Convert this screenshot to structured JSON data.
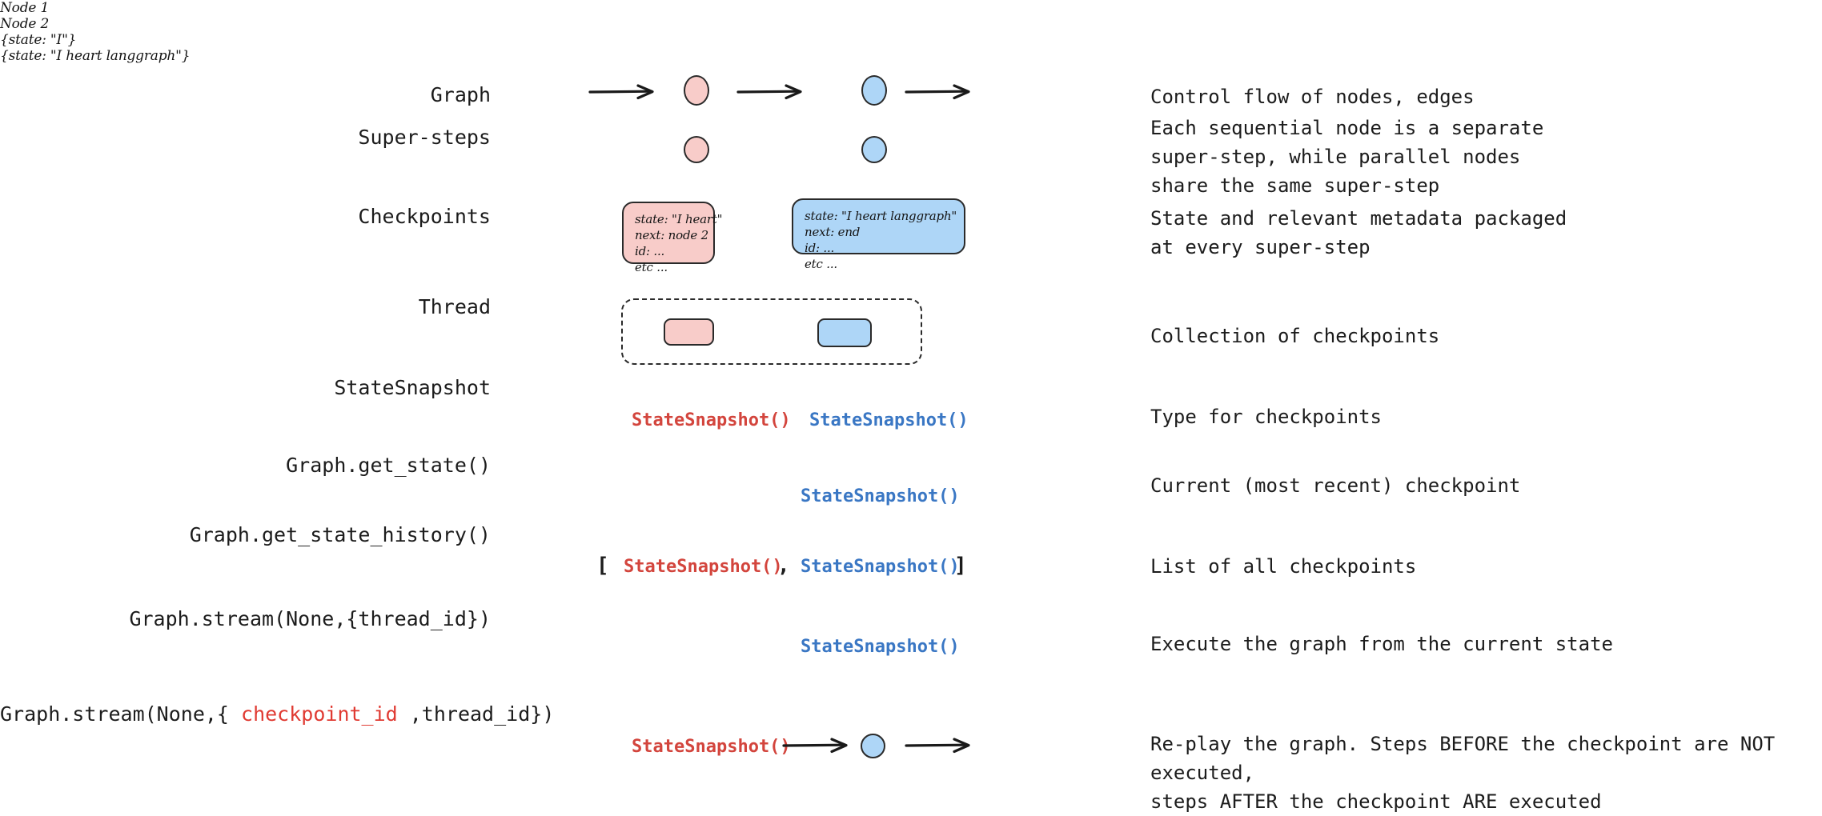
{
  "rows": [
    {
      "key": "graph",
      "label": "Graph",
      "description": "Control flow of nodes, edges"
    },
    {
      "key": "super-steps",
      "label": "Super-steps",
      "description": "Each sequential node is a separate\nsuper-step, while parallel nodes\nshare the same super-step"
    },
    {
      "key": "checkpoints",
      "label": "Checkpoints",
      "description": "State and relevant metadata packaged\nat every super-step"
    },
    {
      "key": "thread",
      "label": "Thread",
      "description": "Collection of checkpoints"
    },
    {
      "key": "statesnapshot",
      "label": "StateSnapshot",
      "description": "Type for checkpoints"
    },
    {
      "key": "get-state",
      "label": "Graph.get_state()",
      "description": "Current (most recent) checkpoint"
    },
    {
      "key": "get-state-history",
      "label": "Graph.get_state_history()",
      "description": "List of all checkpoints"
    },
    {
      "key": "stream-thread",
      "label": "Graph.stream(None,{thread_id})",
      "description": "Execute the graph from the current state"
    },
    {
      "key": "stream-checkpoint",
      "label_prefix": "Graph.stream(None,{ ",
      "label_highlight": "checkpoint_id",
      "label_suffix": " ,thread_id})",
      "description": "Re-play the graph. Steps BEFORE the checkpoint are NOT executed,\nsteps AFTER the checkpoint ARE executed"
    }
  ],
  "graph_row": {
    "input_state": "{state: \"I\"}",
    "output_state": "{state: \"I heart langgraph\"}",
    "node1_label": "Node 1",
    "node2_label": "Node 2"
  },
  "checkpoints": {
    "first": {
      "state": "state: \"I heart\"",
      "next": "next: node 2",
      "id": "id: ...",
      "etc": "etc ..."
    },
    "second": {
      "state": "state: \"I heart langgraph\"",
      "next": "next: end",
      "id": "id: ...",
      "etc": "etc ..."
    }
  },
  "tokens": {
    "snapshot": "StateSnapshot()",
    "bracket_open": "[",
    "bracket_close": "]",
    "comma": ","
  },
  "colors": {
    "pink_fill": "#f8ccc9",
    "blue_fill": "#aed6f7",
    "stroke": "#2a2a2a",
    "snapshot_red": "#d3453d",
    "snapshot_blue": "#3a77c4",
    "code_red": "#e03a32",
    "background": "#ffffff"
  }
}
